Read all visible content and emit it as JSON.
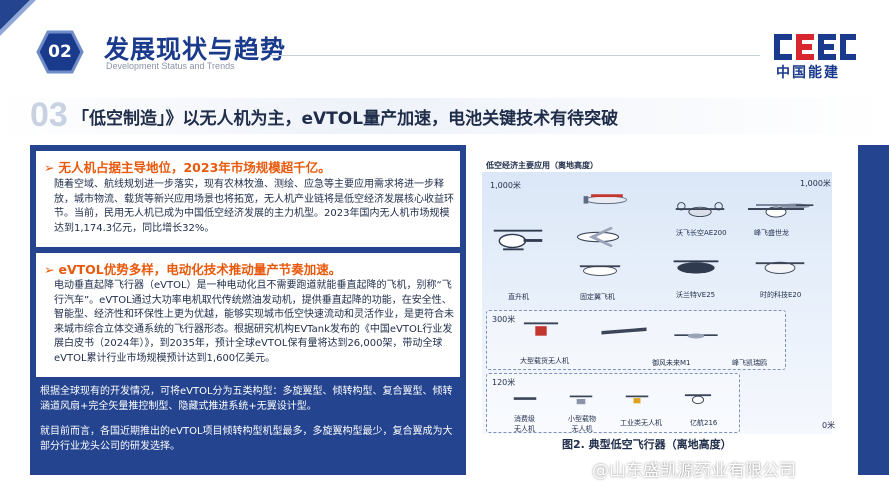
{
  "header": {
    "badge_number": "02",
    "title": "发展现状与趋势",
    "subtitle": "Development Status and Trends",
    "logo_text": "中国能建",
    "brand_color": "#1a3a8c",
    "accent_color": "#e8590c"
  },
  "section": {
    "number": "03",
    "heading": "「低空制造」》以无人机为主，eVTOL量产加速，电池关键技术有待突破"
  },
  "cards": [
    {
      "heading": "无人机占据主导地位，2023年市场规模超千亿。",
      "body": "随着空域、航线规划进一步落实，现有农林牧渔、测绘、应急等主要应用需求将进一步释放，城市物流、载货等新兴应用场景也将拓宽，无人机产业链将是低空经济发展核心收益环节。当前，民用无人机已成为中国低空经济发展的主力机型。2023年国内无人机市场规模达到1,174.3亿元，同比增长32%。"
    },
    {
      "heading": "eVTOL优势多样，电动化技术推动量产节奏加速。",
      "body": "电动垂直起降飞行器（eVTOL）是一种电动化且不需要跑道就能垂直起降的飞机，别称“飞行汽车”。eVTOL通过大功率电机取代传统燃油发动机，提供垂直起降的功能，在安全性、智能型、经济性和环保性上更为优越，能够实现城市低空快速流动和灵活作业，是更符合未来城市综合立体交通系统的飞行器形态。根据研究机构EVTank发布的《中国eVTOL行业发展白皮书（2024年）》，到2035年，预计全球eVTOL保有量将达到26,000架，带动全球eVTOL累计行业市场规模预计达到1,600亿美元。"
    }
  ],
  "panel_paragraphs": [
    "根据全球现有的开发情况，可将eVTOL分为五类构型：多旋翼型、倾转构型、复合翼型、倾转涵道风扇+完全矢量推控制型、隐藏式推进系统+无翼设计型。",
    "就目前而言，各国近期推出的eVTOL项目倾转构型机型最多，多旋翼构型最少，复合翼成为大部分行业龙头公司的研发选择。"
  ],
  "figure": {
    "title": "低空经济主要应用（离地高度）",
    "altitudes": {
      "top_left": "1,000米",
      "top_right": "1,000米",
      "mid": "300米",
      "low": "120米",
      "ground": "0米"
    },
    "labels": {
      "helicopter": "直升机",
      "fixed_wing": "固定翼飞机",
      "ae200": "沃飞长空AE200",
      "chipmunk": "峰飞盛世龙",
      "ve25": "沃兰特VE25",
      "e20": "时的科技E20",
      "cargo_drone": "大型载货无人机",
      "m1": "御风未来M1",
      "kaihong": "峰飞凯瑞鸥",
      "consumer_drone": "消费级\n无人机",
      "small_cargo": "小型载物\n无人机",
      "industrial": "工业类无人机",
      "ehang": "亿航216"
    },
    "caption": "图2. 典型低空飞行器（离地高度）"
  },
  "watermark": "@山东盛凯源药业有限公司"
}
